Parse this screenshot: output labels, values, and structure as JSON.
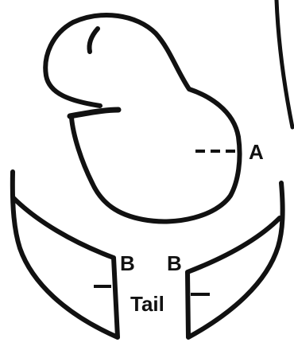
{
  "labels": {
    "a": "A",
    "b_left": "B",
    "b_right": "B",
    "tail": "Tail"
  },
  "colors": {
    "stroke": "#111111",
    "background": "#ffffff"
  }
}
